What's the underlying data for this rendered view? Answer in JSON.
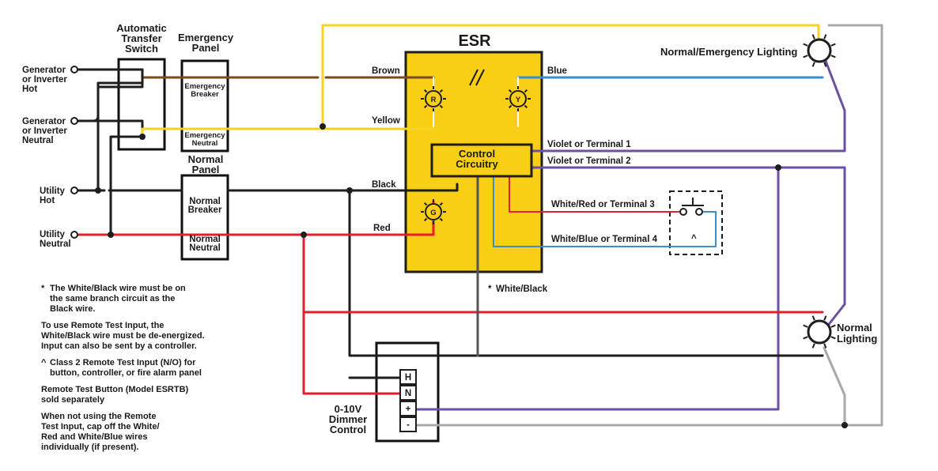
{
  "colors": {
    "black": "#1e1e1e",
    "brown": "#7b4a1e",
    "yellow": "#f6d31c",
    "blue": "#3a8fc8",
    "red": "#e0202e",
    "violet": "#6a51a3",
    "gray": "#a8a8a8",
    "white": "#ffffff",
    "esr_fill": "#f9cf16",
    "caret": "#e0202e",
    "asterisk": "#e0202e",
    "link_blue": "#3a8fc8"
  },
  "sources": {
    "gen_hot": "Generator\nor Inverter\nHot",
    "gen_neutral": "Generator\nor Inverter\nNeutral",
    "utility_hot": "Utility\nHot",
    "utility_neutral": "Utility\nNeutral"
  },
  "panels": {
    "ats": "Automatic\nTransfer\nSwitch",
    "emergency_panel": "Emergency\nPanel",
    "emergency_breaker": "Emergency\nBreaker",
    "emergency_neutral": "Emergency\nNeutral",
    "normal_panel": "Normal\nPanel",
    "normal_breaker": "Normal\nBreaker",
    "normal_neutral": "Normal\nNeutral"
  },
  "esr": {
    "title": "ESR",
    "control": "Control\nCircuitry",
    "indicators": [
      "R",
      "Y",
      "G"
    ]
  },
  "wires": {
    "brown": "Brown",
    "blue": "Blue",
    "yellow": "Yellow",
    "violet1": "Violet or Terminal 1",
    "violet2": "Violet or Terminal 2",
    "black": "Black",
    "red": "Red",
    "white_red": "White/Red or Terminal 3",
    "white_blue": "White/Blue or Terminal 4",
    "white_black": "White/Black",
    "white_black_mark": "*"
  },
  "loads": {
    "ne_lighting": "Normal/Emergency Lighting",
    "normal_lighting": "Normal\nLighting"
  },
  "dimmer": {
    "label": "0-10V\nDimmer\nControl",
    "terminals": [
      "H",
      "N",
      "+",
      "-"
    ]
  },
  "remote_mark": "^",
  "notes": [
    {
      "mark": "*",
      "text": "The White/Black wire must be on\nthe same branch circuit as the\nBlack wire."
    },
    {
      "mark": "",
      "text": "To use Remote Test Input, the\nWhite/Black wire must be de-energized.\nInput can also be sent by a controller."
    },
    {
      "mark": "^",
      "text": "Class 2 Remote Test Input (N/O) for\nbutton, controller, or fire alarm panel"
    },
    {
      "mark": "",
      "text": "Remote Test Button (Model ESRTB)",
      "sub": "sold separately"
    },
    {
      "mark": "",
      "text": "When not using the Remote\nTest Input, cap off the White/\nRed and White/Blue wires\nindividually (if present)."
    }
  ]
}
